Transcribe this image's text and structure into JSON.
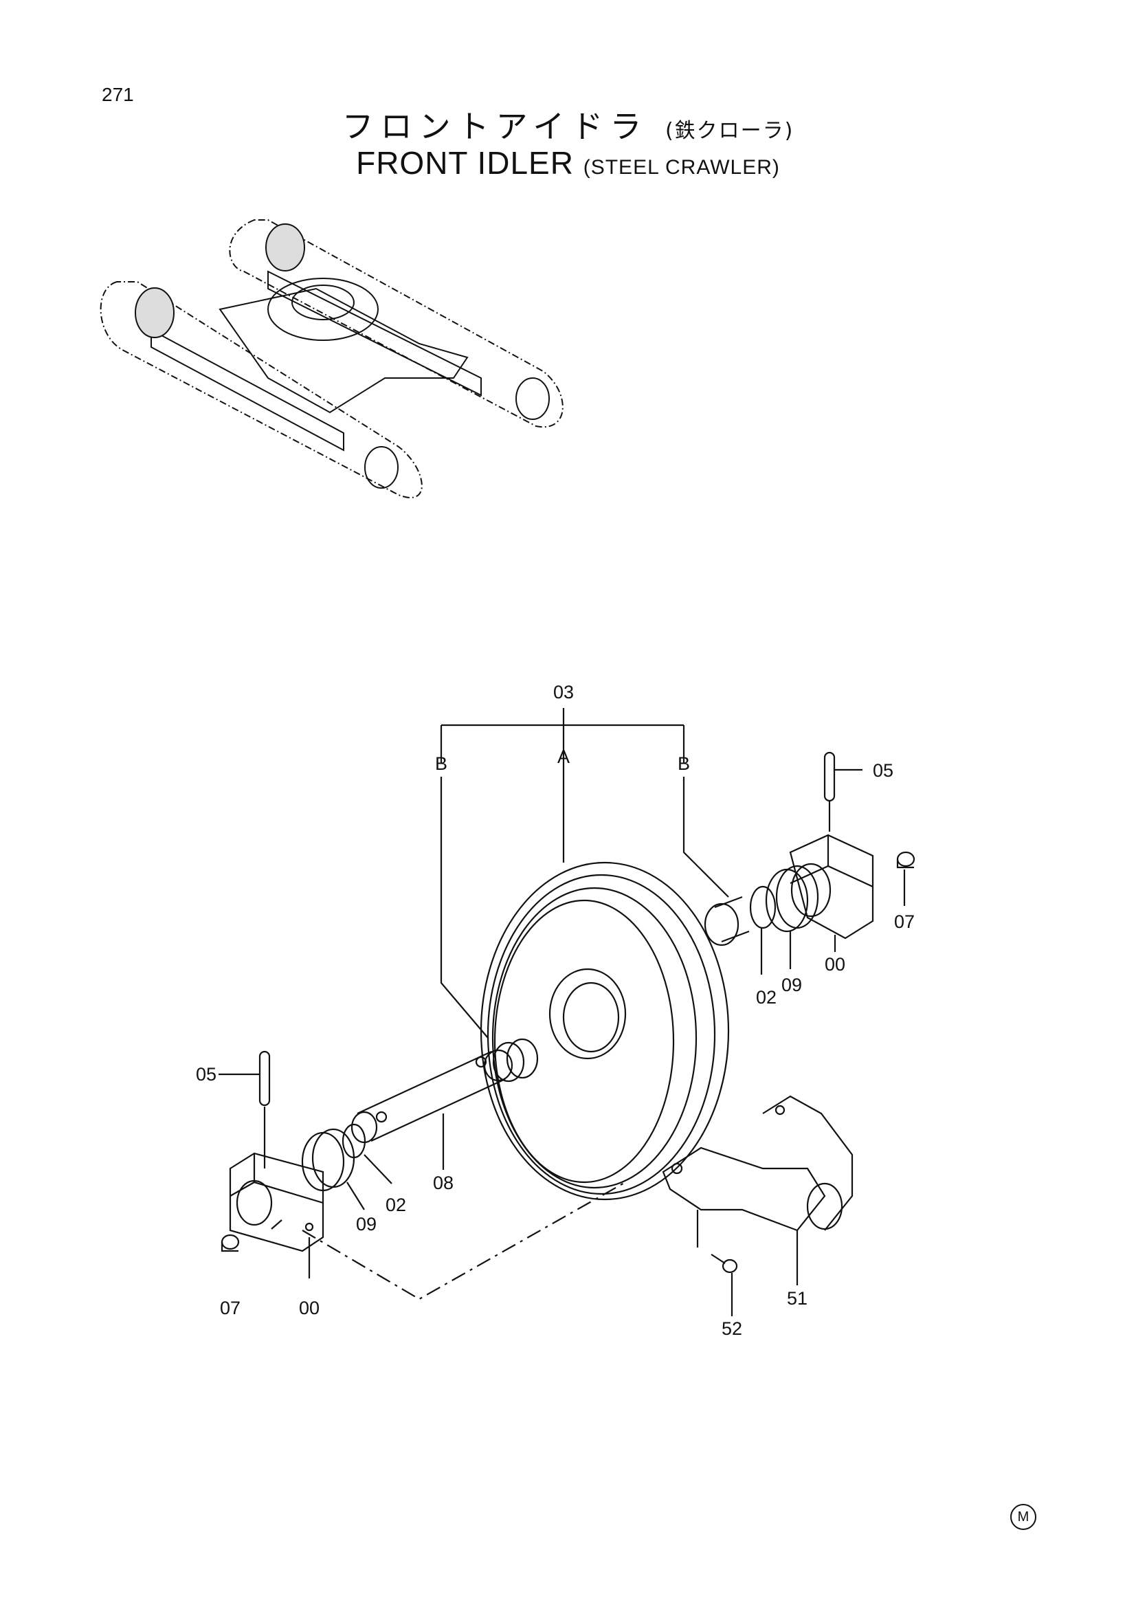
{
  "page_number": "271",
  "title_jp": "フロントアイドラ",
  "title_jp_sub": "(鉄クローラ)",
  "title_en": "FRONT IDLER",
  "title_en_sub": "(STEEL CRAWLER)",
  "callouts": {
    "assembly": "03",
    "wheel": "A",
    "bushing_left": "B",
    "bushing_right": "B",
    "pin_right": "05",
    "pin_left": "05",
    "plug_right": "07",
    "plug_left": "07",
    "bearing_right": "00",
    "bearing_left": "00",
    "oring_right": "02",
    "oring_left": "02",
    "seal_right": "09",
    "seal_left": "09",
    "shaft": "08",
    "yoke": "51",
    "bolt": "52"
  },
  "mark": "M"
}
